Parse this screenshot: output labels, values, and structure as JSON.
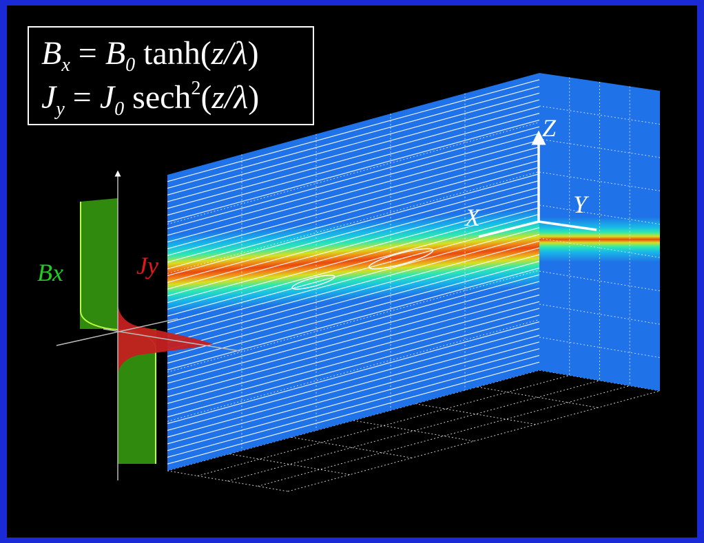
{
  "equations": {
    "bx": {
      "lhs": "B",
      "lhs_sub": "x",
      "eq": " = ",
      "coef": "B",
      "coef_sub": "0",
      "func": " tanh(",
      "arg": "z/λ",
      "close": ")"
    },
    "jy": {
      "lhs": "J",
      "lhs_sub": "y",
      "eq": " = ",
      "coef": "J",
      "coef_sub": "0",
      "func": " sech",
      "pow": "2",
      "open": "(",
      "arg": "z/λ",
      "close": ")"
    }
  },
  "labels": {
    "bx_profile": "Bx",
    "jy_profile": "Jy",
    "axis_x": "X",
    "axis_y": "Y",
    "axis_z": "Z"
  },
  "colors": {
    "frame": "#1a2ad6",
    "field_background": "#1f72e8",
    "current_sheet_peak": "#e84a10",
    "bx_fill": "#2f8a0e",
    "bx_outline": "#b8ff40",
    "jy_fill": "#c42020",
    "bx_label": "#22cc22",
    "jy_label": "#e01818"
  }
}
